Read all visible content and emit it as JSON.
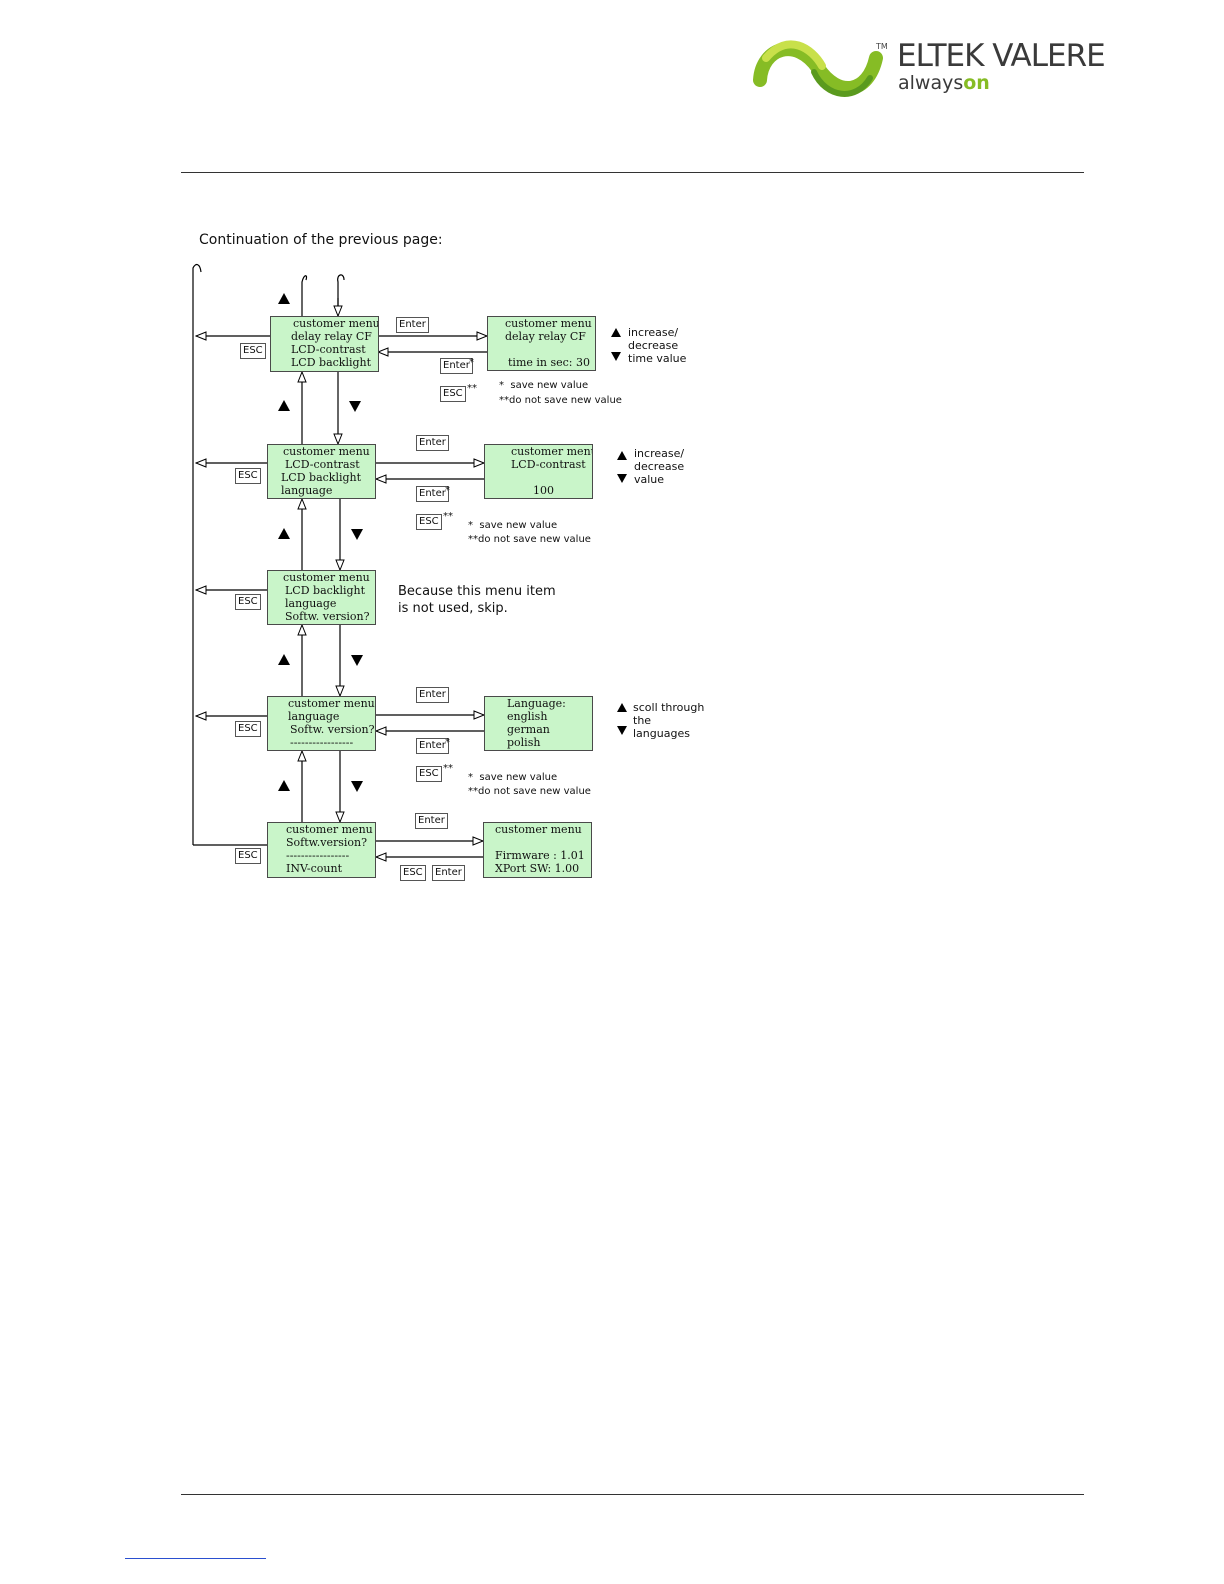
{
  "brand": {
    "name": "ELTEK VALERE",
    "tagline_prefix": "always",
    "tagline_suffix": "on",
    "trademark": "TM",
    "colors": {
      "logo_green": "#86bc25",
      "logo_light": "#c8e04a",
      "text": "#3a3a3a"
    }
  },
  "intro": "Continuation of the previous page:",
  "colors": {
    "lcd_fill": "#c9f5c9",
    "lcd_border": "#4a4a4a"
  },
  "screens": {
    "s1": [
      "customer menu",
      "delay relay CF",
      "LCD-contrast",
      "LCD backlight"
    ],
    "s2": [
      "customer menu",
      "LCD-contrast",
      "LCD backlight",
      "language"
    ],
    "s3": [
      "customer menu",
      "LCD backlight",
      "language",
      "Softw. version?"
    ],
    "s4": [
      "customer menu",
      "language",
      "Softw. version?",
      "-----------------"
    ],
    "s5": [
      "customer menu",
      "Softw.version?",
      "-----------------",
      "INV-count"
    ],
    "r1": [
      "customer menu",
      "delay relay CF",
      "",
      "time in sec: 30"
    ],
    "r2": [
      "customer menu",
      "LCD-contrast",
      "",
      "100"
    ],
    "r4": [
      "Language:",
      "english",
      "german",
      "polish"
    ],
    "r5": [
      "customer menu",
      "",
      "Firmware : 1.01",
      "XPort SW: 1.00"
    ]
  },
  "keys": {
    "esc": "ESC",
    "enter": "Enter",
    "star": "*",
    "double_star": "**"
  },
  "notes": {
    "save": "save new value",
    "no_save": "do not save new value"
  },
  "side_labels": {
    "r1": [
      "increase/",
      "decrease",
      "time value"
    ],
    "r2": [
      "increase/",
      "decrease",
      "value"
    ],
    "r4": [
      "scoll through",
      "the",
      "languages"
    ]
  },
  "skip_note": [
    "Because this menu item",
    "is not used, skip."
  ]
}
